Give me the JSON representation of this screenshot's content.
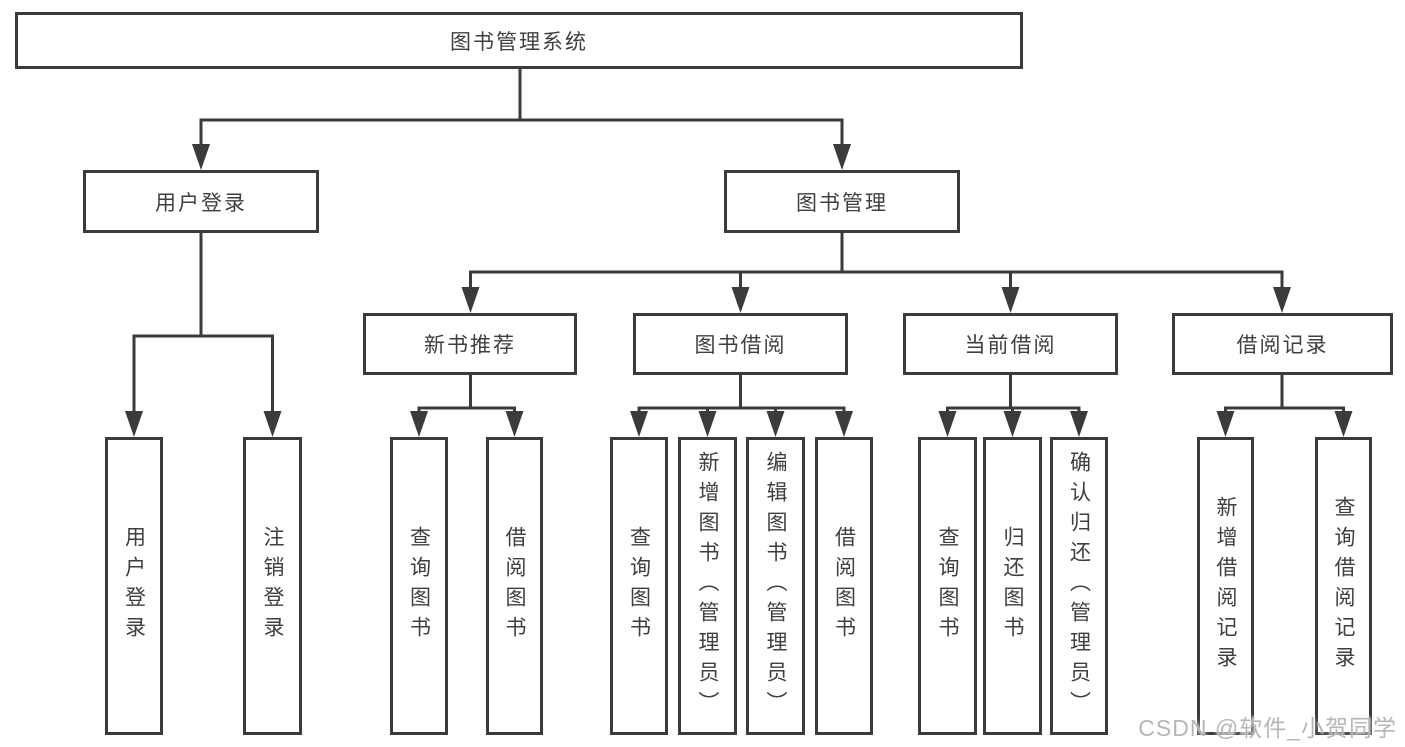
{
  "tree": {
    "label": "图书管理系统",
    "children": [
      {
        "label": "用户登录",
        "children": [
          {
            "label": "用户登录"
          },
          {
            "label": "注销登录"
          }
        ]
      },
      {
        "label": "图书管理",
        "children": [
          {
            "label": "新书推荐",
            "children": [
              {
                "label": "查询图书"
              },
              {
                "label": "借阅图书"
              }
            ]
          },
          {
            "label": "图书借阅",
            "children": [
              {
                "label": "查询图书"
              },
              {
                "label": "新增图书（管理员）"
              },
              {
                "label": "编辑图书（管理员）"
              },
              {
                "label": "借阅图书"
              }
            ]
          },
          {
            "label": "当前借阅",
            "children": [
              {
                "label": "查询图书"
              },
              {
                "label": "归还图书"
              },
              {
                "label": "确认归还（管理员）"
              }
            ]
          },
          {
            "label": "借阅记录",
            "children": [
              {
                "label": "新增借阅记录"
              },
              {
                "label": "查询借阅记录"
              }
            ]
          }
        ]
      }
    ]
  },
  "watermark": "CSDN @软件_小贺同学",
  "colors": {
    "line": "#3b3b3b",
    "border": "#3b3b3b",
    "text": "#3f3f3f",
    "box_background": "#ffffff",
    "page_background": "#ffffff",
    "watermark": "#b2b2b2"
  }
}
